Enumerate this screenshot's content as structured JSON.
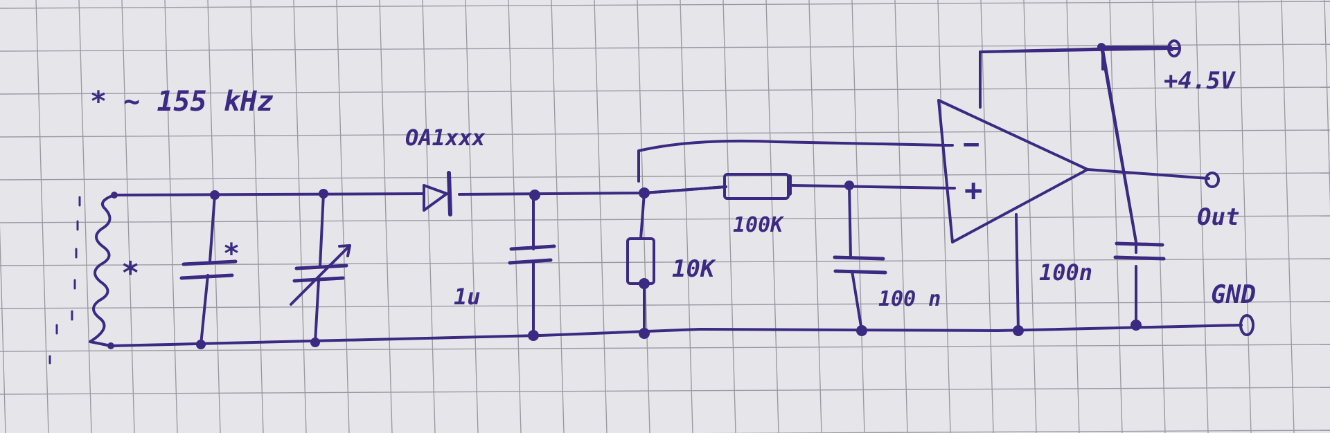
{
  "note": "* ~ 155 kHz",
  "labels": {
    "diode": "OA1xxx",
    "cap_1u": "1u",
    "res_10k": "10K",
    "res_100k": "100K",
    "cap_100n_a": "100 n",
    "cap_100n_b": "100n",
    "supply": "+4.5V",
    "out": "Out",
    "gnd": "GND",
    "opamp_minus": "−",
    "opamp_plus": "+",
    "star_coil": "*",
    "star_cap": "*"
  },
  "colors": {
    "ink": "#3a2a82",
    "paper": "#e6e6ea",
    "grid": "#9a9aa2"
  }
}
